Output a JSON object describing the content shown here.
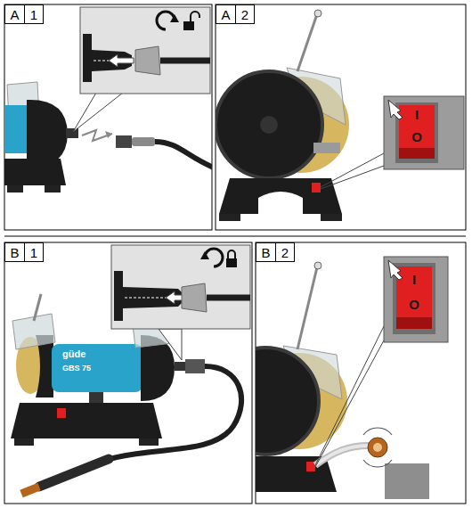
{
  "diagram": {
    "nodes": [
      {
        "text": [
          "A"
        ]
      },
      {
        "text": [
          "1"
        ]
      },
      {
        "text": [
          "A"
        ]
      },
      {
        "text": [
          "2"
        ]
      },
      {
        "text": [
          "B"
        ]
      },
      {
        "text": [
          "1"
        ]
      },
      {
        "text": [
          "B"
        ]
      },
      {
        "text": [
          "2"
        ]
      }
    ],
    "labels": [
      "I",
      "O",
      "I",
      "O",
      "güde",
      "GBS 75"
    ]
  }
}
